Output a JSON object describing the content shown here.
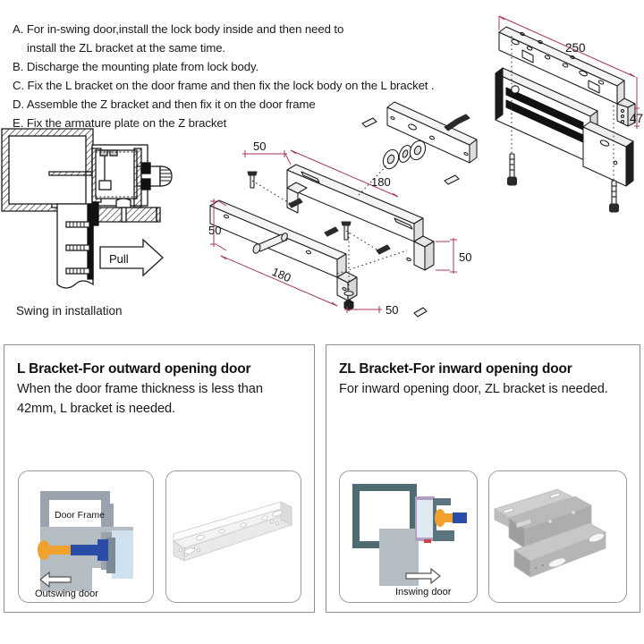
{
  "instructions": [
    {
      "text": "A. For in-swing door,install the lock body inside and then need to",
      "indent": false
    },
    {
      "text": "install the ZL bracket at the same time.",
      "indent": true
    },
    {
      "text": "B. Discharge the mounting plate from lock body.",
      "indent": false
    },
    {
      "text": "C. Fix the L bracket on the door frame and then fix the lock body on the L bracket .",
      "indent": false
    },
    {
      "text": "D. Assemble the Z bracket and then fix it on the door frame",
      "indent": false
    },
    {
      "text": "E. Fix the armature plate on the Z bracket",
      "indent": false
    }
  ],
  "lock_assembly": {
    "dim_length": "250",
    "dim_height": "47"
  },
  "zl_exploded": {
    "dim_left_height": "50",
    "dim_top_width": "50",
    "dim_upper_length": "180",
    "dim_lower_length": "180",
    "dim_right_height": "50",
    "dim_bottom_width": "50"
  },
  "swing_section": {
    "arrow_label": "Pull",
    "caption": "Swing in installation"
  },
  "panels": [
    {
      "id": "l-bracket",
      "title": "L Bracket-For outward opening door",
      "body": "When the door frame thickness is less than 42mm, L bracket is needed.",
      "thumb_door_label_frame": "Door Frame",
      "thumb_door_label_swing": "Outswing door"
    },
    {
      "id": "zl-bracket",
      "title": "ZL Bracket-For inward opening door",
      "body": "For inward opening door, ZL bracket is needed.",
      "thumb_door_label_swing": "Inswing door"
    }
  ],
  "colors": {
    "dimension_line": "#a33a52",
    "outline": "#1a1a1a",
    "door_frame_dark": "#4f6b72",
    "door_panel_gray": "#b4bcc4",
    "bolt_orange": "#f0a12e",
    "bolt_blue": "#2a4da8",
    "glass_blue": "#cfe0ef",
    "metal_light": "#e8e8e8",
    "metal_mid": "#b9b9b9"
  }
}
